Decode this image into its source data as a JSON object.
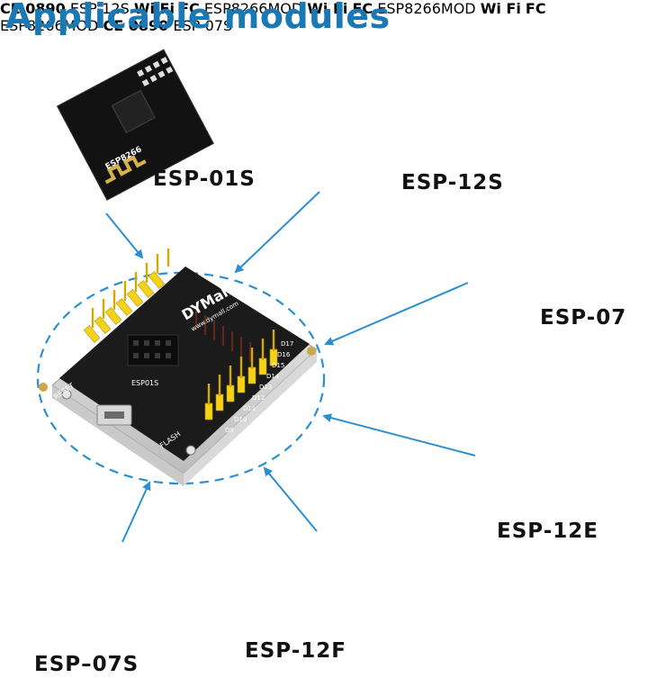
{
  "title": "Applicable modules",
  "colors": {
    "title": "#1a78b4",
    "arrow": "#2a8fd0",
    "dashed_circle": "#2a8fd0",
    "board_black": "#1b1b1b",
    "header_yellow": "#f5d21a",
    "shield_silver": "#cfcfcf",
    "pcb_blue": "#3d6fb0"
  },
  "modules": [
    {
      "id": "esp01s",
      "label": "ESP-01S",
      "chip_text": "ESP8266"
    },
    {
      "id": "esp12s",
      "label": "ESP-12S",
      "chip_text": "ESP-12S"
    },
    {
      "id": "esp07",
      "label": "ESP-07",
      "chip_text": "ESP8266MOD"
    },
    {
      "id": "esp12e",
      "label": "ESP-12E",
      "chip_text": "ESP8266MOD"
    },
    {
      "id": "esp12f",
      "label": "ESP-12F",
      "chip_text": "ESP8266MOD"
    },
    {
      "id": "esp07s",
      "label": "ESP–07S",
      "chip_text": "ESP-07S"
    }
  ],
  "board": {
    "brand": "DYMall",
    "website": "www.dymall.com",
    "power_label": "POWER",
    "reset_label": "RESET",
    "flash_label": "FLASH",
    "socket_label": "ESP01S",
    "pin_labels": [
      "D17",
      "D16",
      "D15",
      "D14",
      "D13",
      "D12",
      "D11",
      "D10",
      "D9"
    ]
  },
  "wifi_logo": "Wi Fi",
  "fc_logo": "FC",
  "ce_logo": "CE 0890"
}
